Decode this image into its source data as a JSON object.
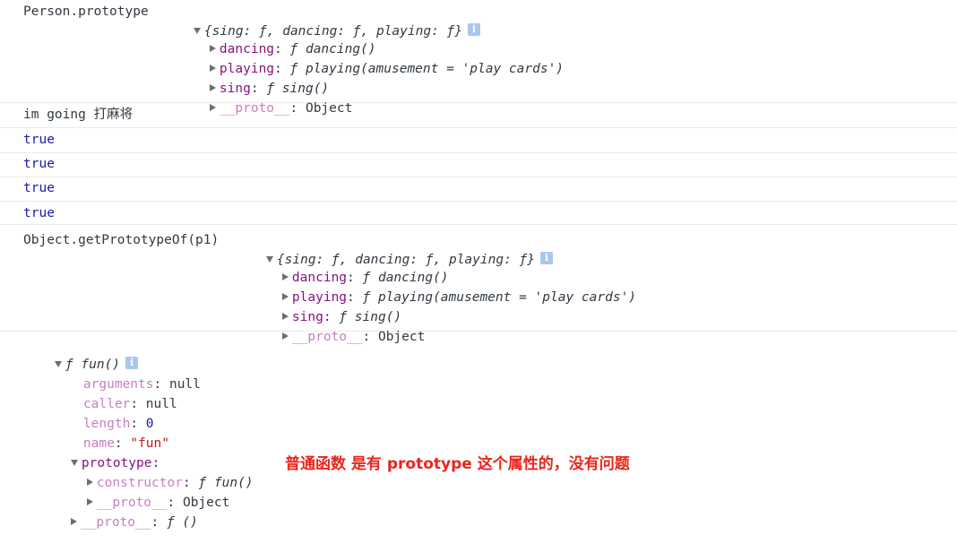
{
  "block1": {
    "label": "Person.prototype",
    "summary": "{sing: ƒ, dancing: ƒ, playing: ƒ}",
    "props": [
      {
        "key": "dancing",
        "value": "ƒ dancing()"
      },
      {
        "key": "playing",
        "value": "ƒ playing(amusement = 'play cards')"
      },
      {
        "key": "sing",
        "value": "ƒ sing()"
      }
    ],
    "proto_key": "__proto__",
    "proto_value": "Object"
  },
  "log_string": "im going 打麻将",
  "bools": [
    "true",
    "true",
    "true",
    "true"
  ],
  "block2": {
    "label": "Object.getPrototypeOf(p1)",
    "summary": "{sing: ƒ, dancing: ƒ, playing: ƒ}",
    "props": [
      {
        "key": "dancing",
        "value": "ƒ dancing()"
      },
      {
        "key": "playing",
        "value": "ƒ playing(amusement = 'play cards')"
      },
      {
        "key": "sing",
        "value": "ƒ sing()"
      }
    ],
    "proto_key": "__proto__",
    "proto_value": "Object"
  },
  "func": {
    "header": "ƒ fun()",
    "arguments_key": "arguments",
    "arguments_val": "null",
    "caller_key": "caller",
    "caller_val": "null",
    "length_key": "length",
    "length_val": "0",
    "name_key": "name",
    "name_val": "\"fun\"",
    "prototype_key": "prototype",
    "constructor_key": "constructor",
    "constructor_val": "ƒ fun()",
    "inner_proto_key": "__proto__",
    "inner_proto_val": "Object",
    "outer_proto_key": "__proto__",
    "outer_proto_val": "ƒ ()"
  },
  "annotation": "普通函数 是有 prototype 这个属性的，没有问题"
}
